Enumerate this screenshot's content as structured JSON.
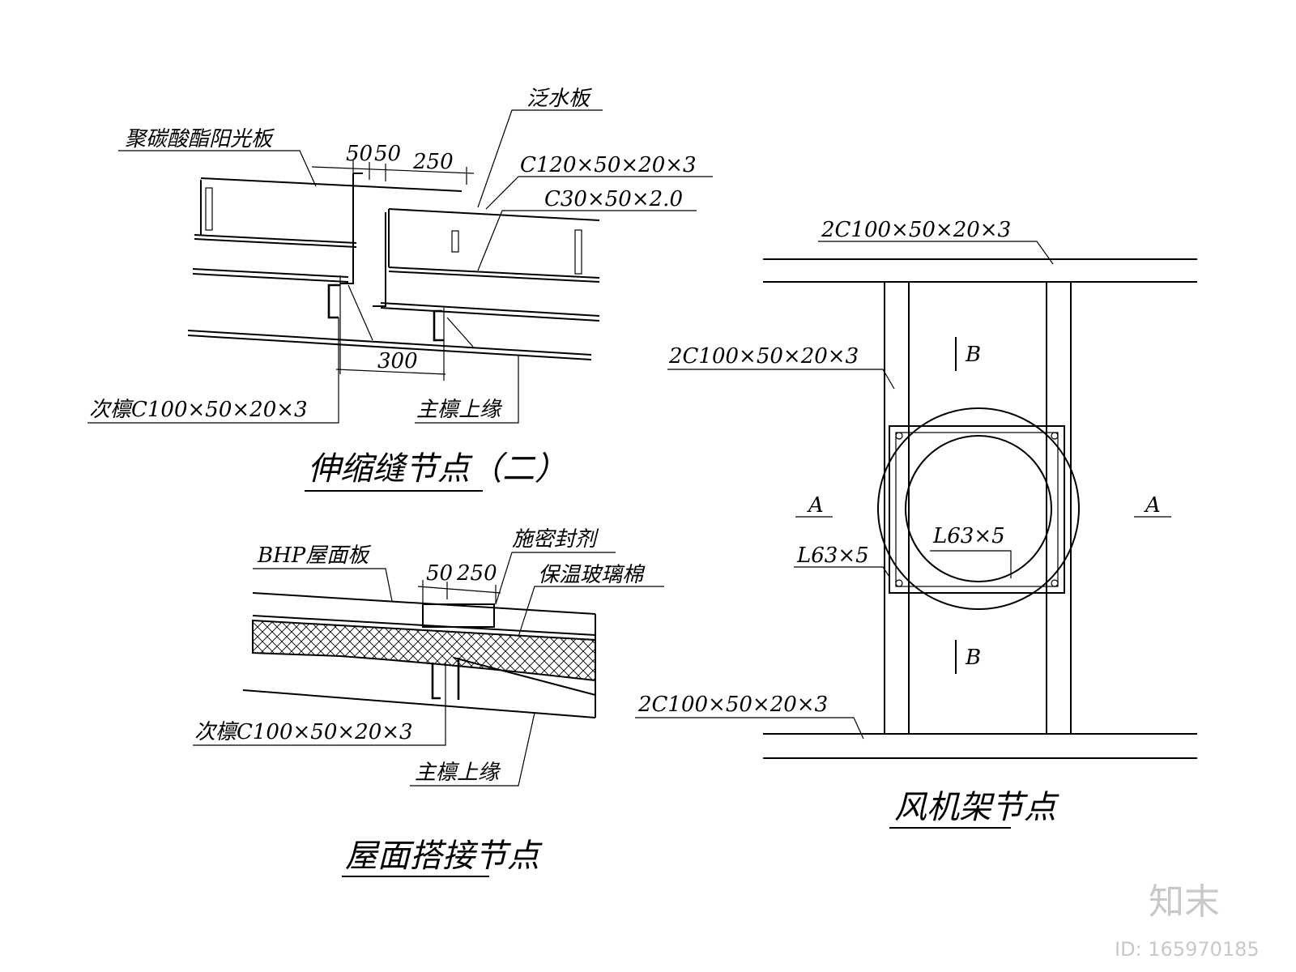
{
  "expansion_joint": {
    "title": "伸缩缝节点（二）",
    "labels": {
      "flashing": "泛水板",
      "pc_sheet": "聚碳酸酯阳光板",
      "c120": "C120×50×20×3",
      "c30": "C30×50×2.0",
      "secondary_purlin": "次檩C100×50×20×3",
      "main_purlin": "主檩上缘"
    },
    "dims": {
      "d50a": "50",
      "d50b": "50",
      "d250": "250",
      "d300": "300"
    }
  },
  "roof_lap": {
    "title": "屋面搭接节点",
    "labels": {
      "bhp_panel": "BHP屋面板",
      "sealant": "施密封剂",
      "insulation": "保温玻璃棉",
      "secondary_purlin": "次檩C100×50×20×3",
      "main_purlin": "主檩上缘"
    },
    "dims": {
      "d50": "50",
      "d250": "250"
    }
  },
  "fan_frame": {
    "title": "风机架节点",
    "labels": {
      "top_beam": "2C100×50×20×3",
      "left_post": "2C100×50×20×3",
      "bottom_beam": "2C100×50×20×3",
      "angle_outer": "L63×5",
      "angle_inner": "L63×5",
      "section_a": "A",
      "section_b": "B"
    }
  },
  "watermark": {
    "brand": "知末",
    "id": "ID: 165970185"
  }
}
